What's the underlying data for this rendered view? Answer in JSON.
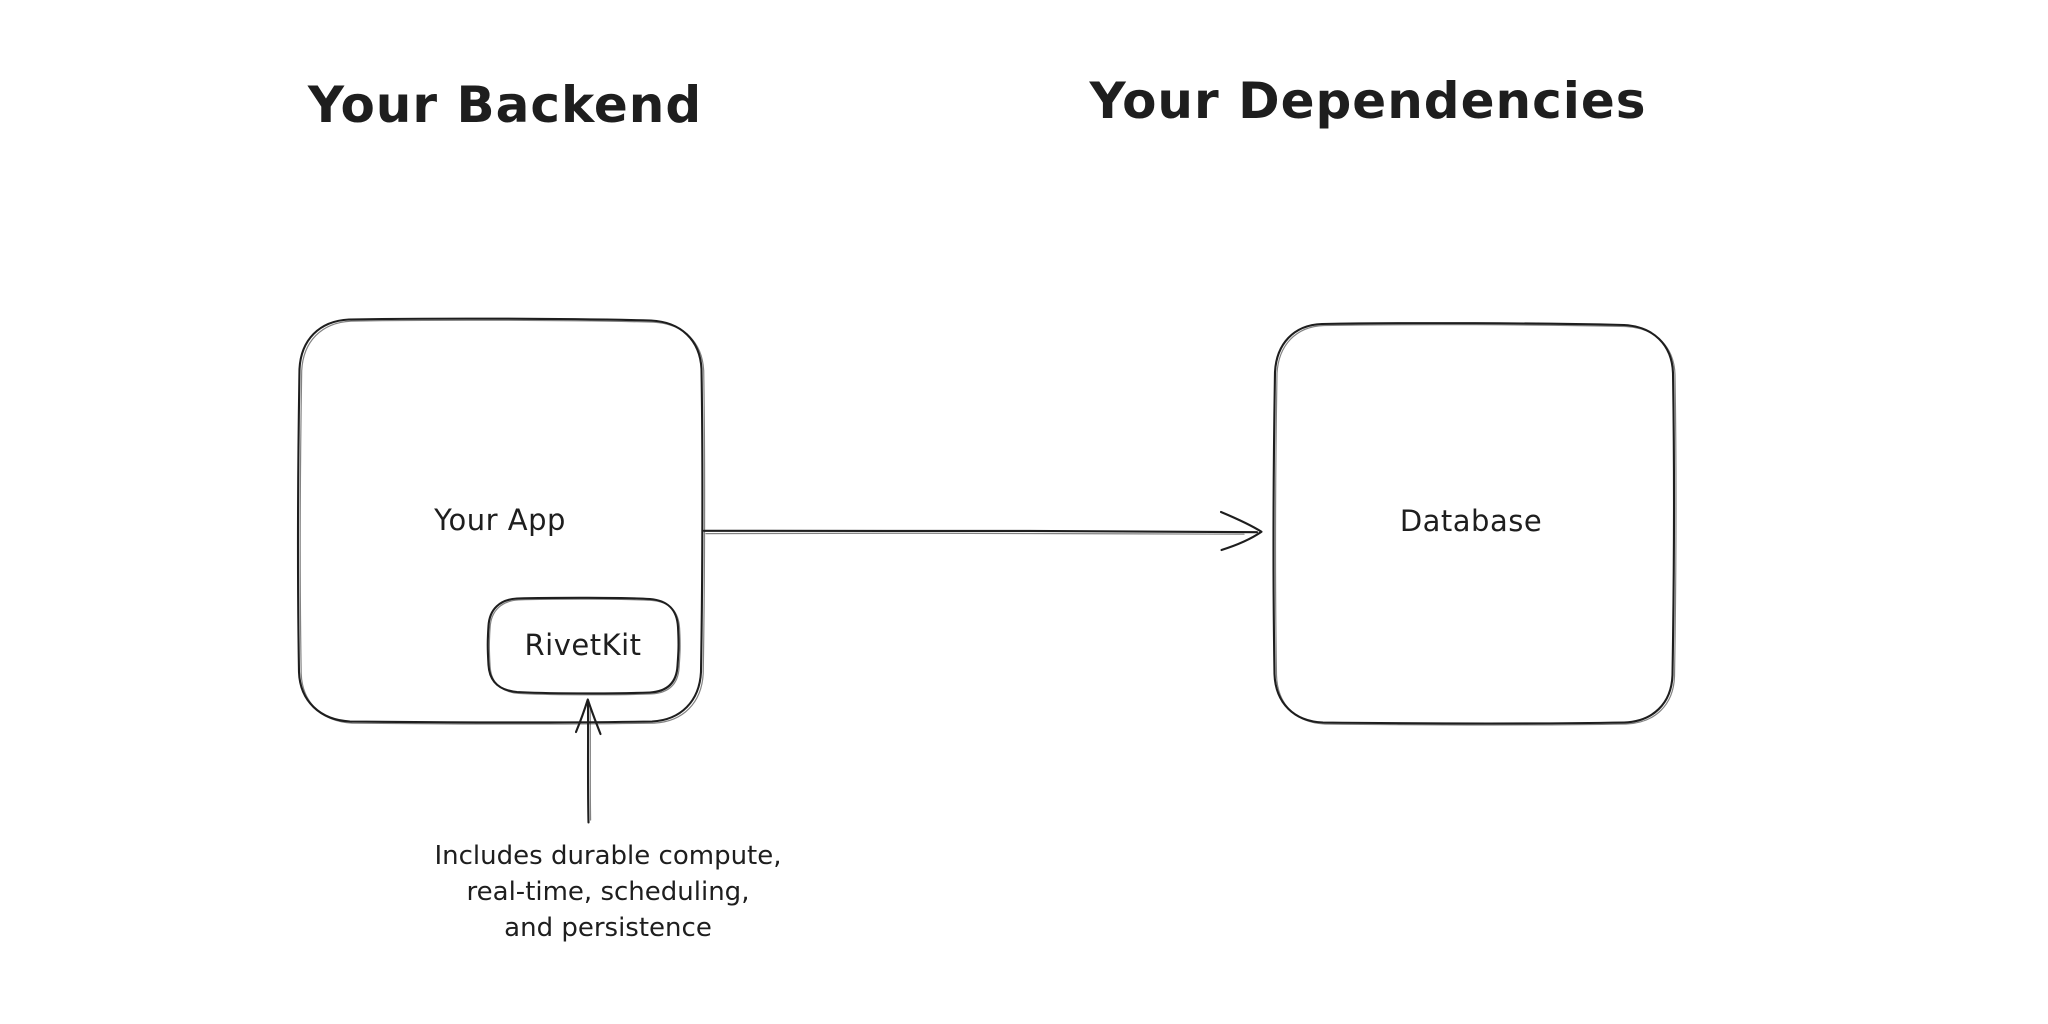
{
  "diagram": {
    "headings": {
      "left": "Your Backend",
      "right": "Your Dependencies"
    },
    "nodes": {
      "your_app": {
        "label": "Your App"
      },
      "rivetkit": {
        "label": "RivetKit"
      },
      "database": {
        "label": "Database"
      }
    },
    "annotation": {
      "lines": [
        "Includes durable compute,",
        "real-time, scheduling,",
        "and persistence"
      ]
    },
    "arrows": [
      {
        "name": "app-to-database",
        "from": "your_app",
        "to": "database"
      },
      {
        "name": "annotation-to-rivetkit",
        "from": "annotation",
        "to": "rivetkit"
      }
    ],
    "colors": {
      "stroke": "#1e1e1e",
      "text": "#1e1e1e",
      "background": "#ffffff"
    }
  }
}
